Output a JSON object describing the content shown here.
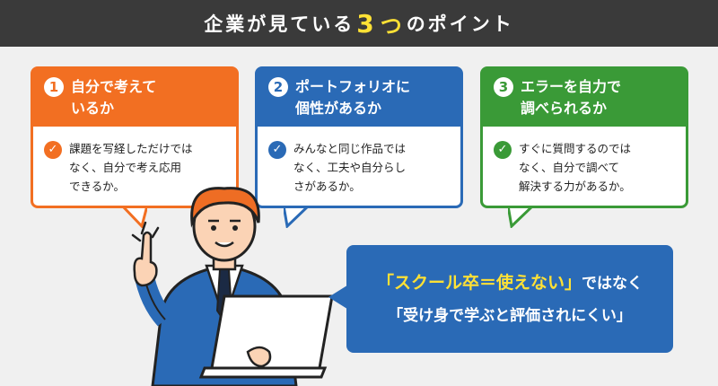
{
  "header": {
    "title_pre": "企業が見ている",
    "title_num": "3",
    "title_mid": "つ",
    "title_post": "のポイント"
  },
  "cards": [
    {
      "number": "1",
      "title": "自分で考えて\nいるか",
      "text": "課題を写経しただけでは\nなく、自分で考え応用\nできるか。",
      "color": "#f26f22"
    },
    {
      "number": "2",
      "title": "ポートフォリオに\n個性があるか",
      "text": "みんなと同じ作品では\nなく、工夫や自分らし\nさがあるか。",
      "color": "#2a6ab6"
    },
    {
      "number": "3",
      "title": "エラーを自力で\n調べられるか",
      "text": "すぐに質問するのでは\nなく、自分で調べて\n解決する力があるか。",
      "color": "#3a9a37"
    }
  ],
  "bubble": {
    "line1_quote": "「スクール卒＝使えない」",
    "line1_rest": "ではなく",
    "line2": "「受け身で学ぶと評価されにくい」"
  },
  "icons": {
    "check": "check-circle-icon",
    "person": "businessman-with-laptop-illustration"
  }
}
